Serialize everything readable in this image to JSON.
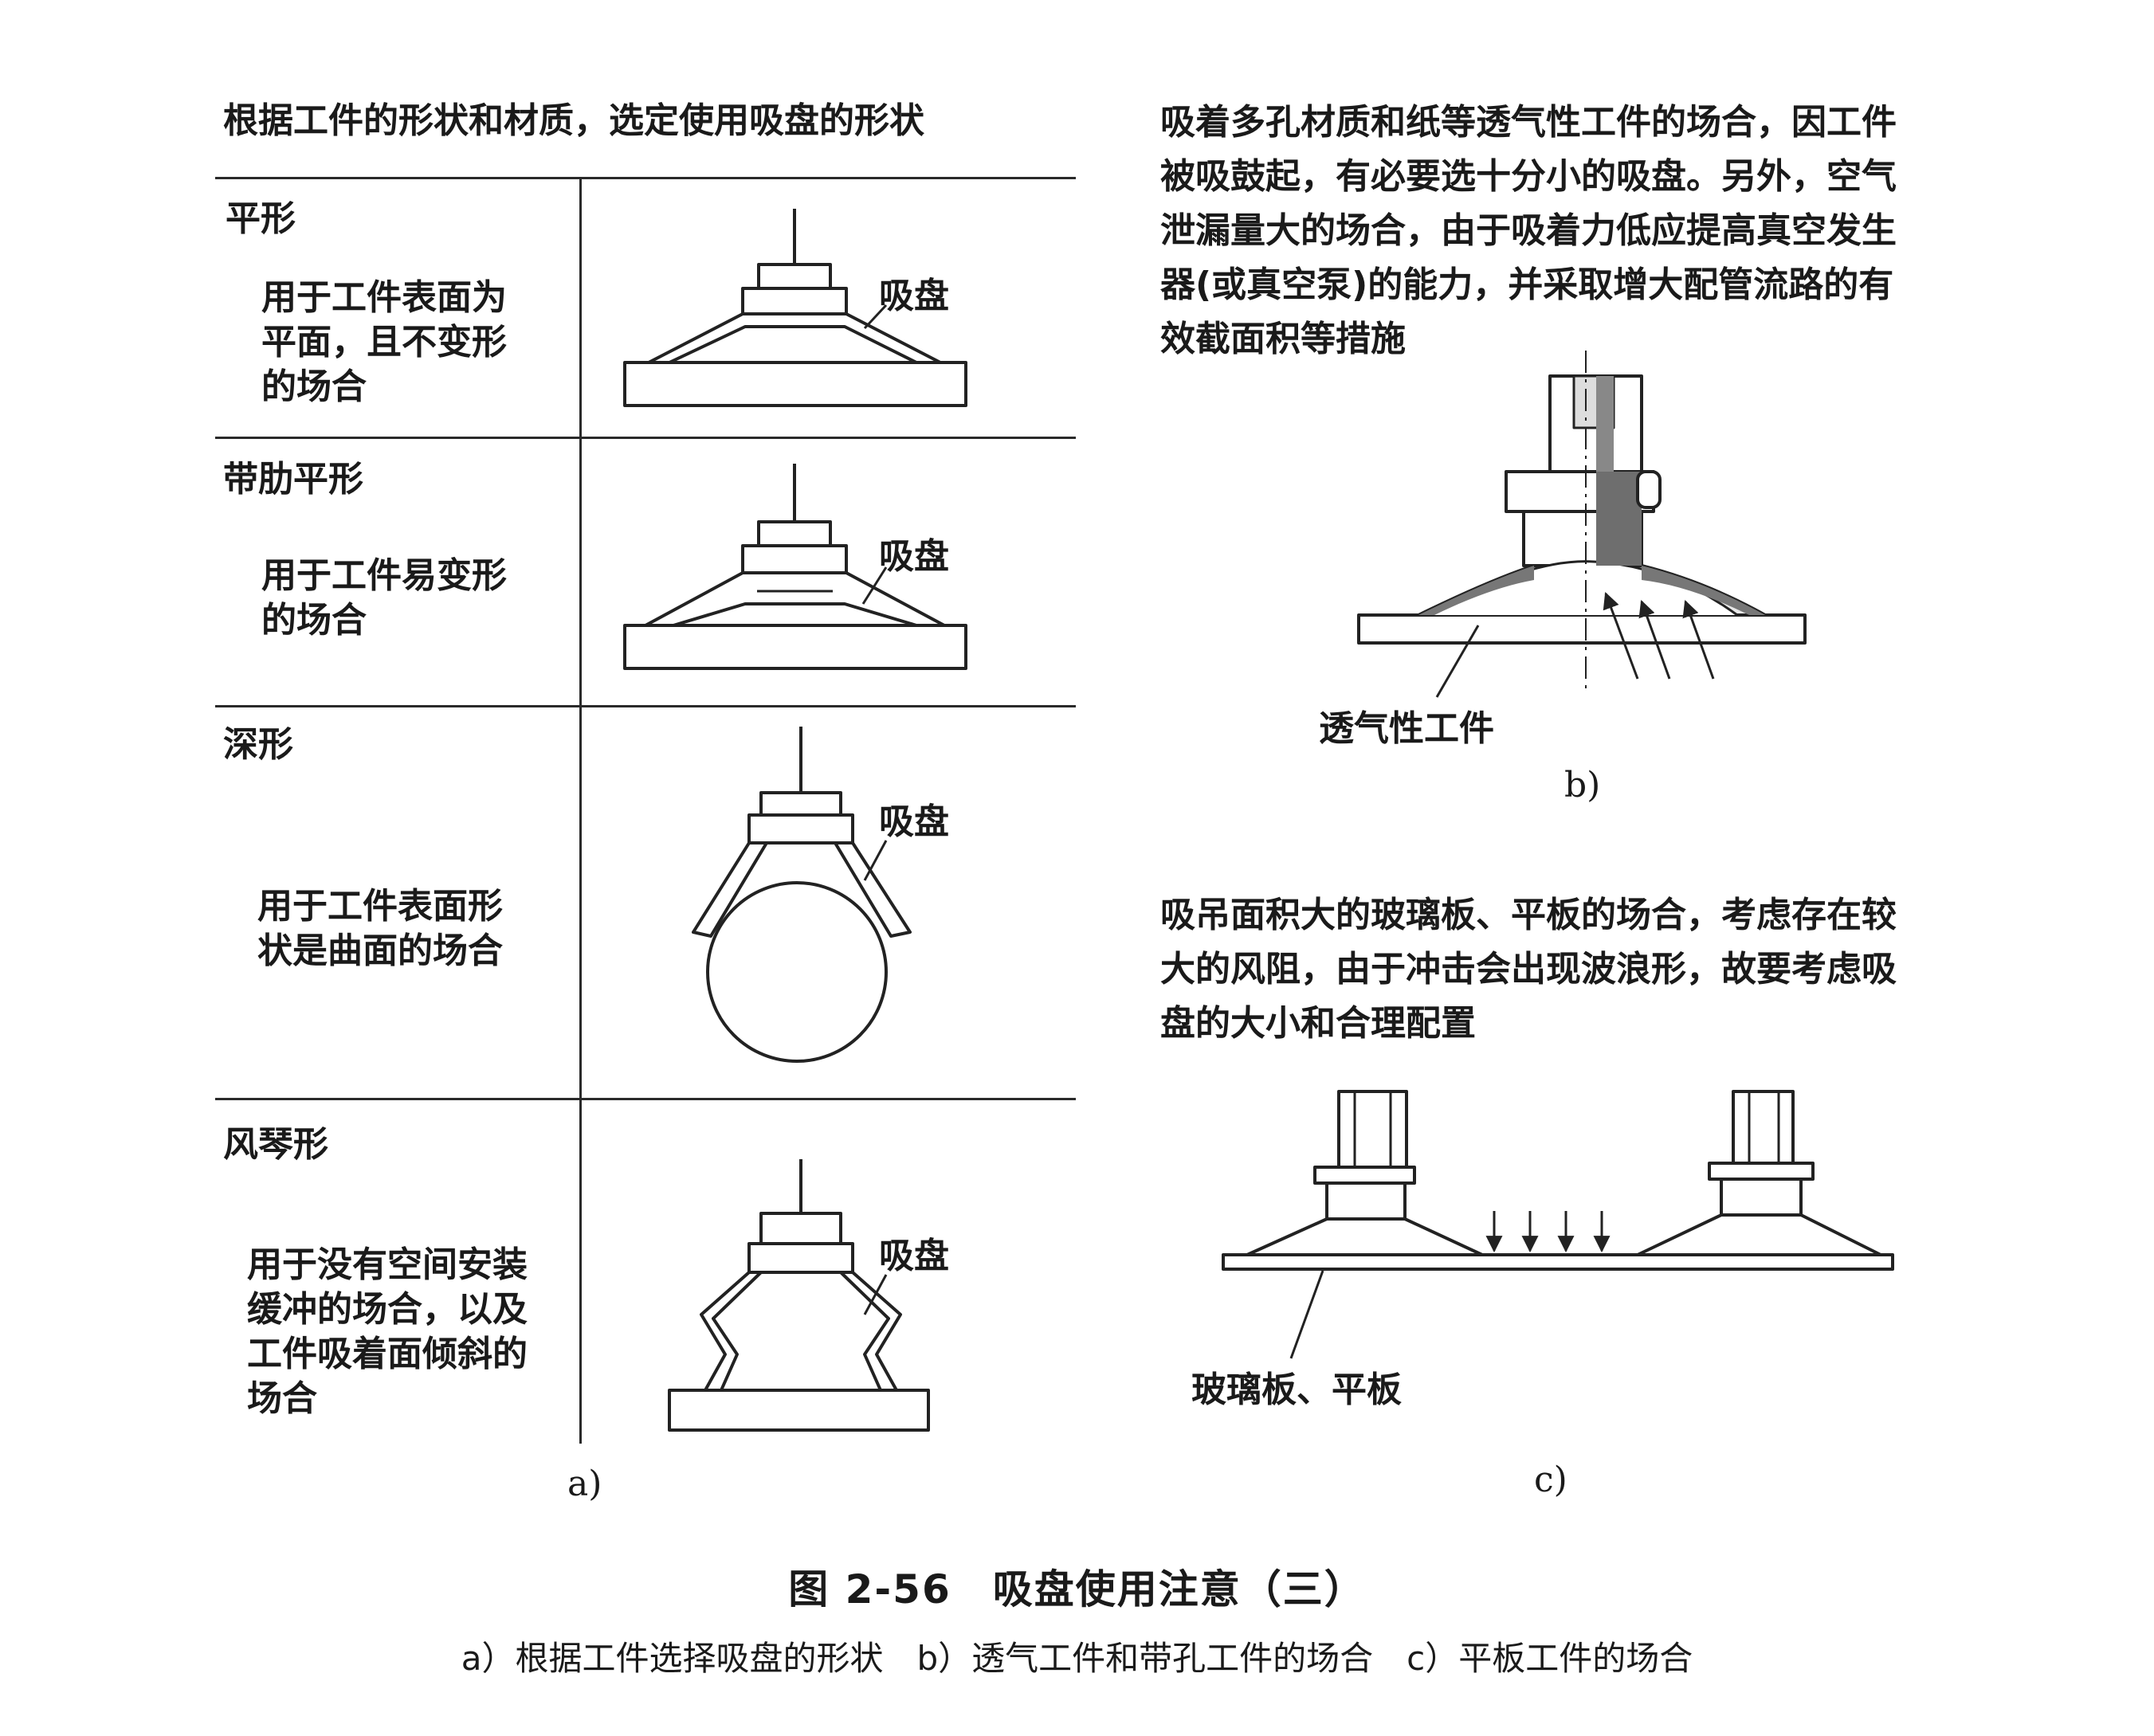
{
  "panel_a": {
    "heading": "根据工件的形状和材质，选定使用吸盘的形状",
    "rows": [
      {
        "name": "平形",
        "desc_lines": [
          "用于工件表面为",
          "平面，且不变形",
          "的场合"
        ],
        "part_label": "吸盘"
      },
      {
        "name": "带肋平形",
        "desc_lines": [
          "用于工件易变形",
          "的场合"
        ],
        "part_label": "吸盘"
      },
      {
        "name": "深形",
        "desc_lines": [
          "用于工件表面形",
          "状是曲面的场合"
        ],
        "part_label": "吸盘"
      },
      {
        "name": "风琴形",
        "desc_lines": [
          "用于没有空间安装",
          "缓冲的场合，以及",
          "工件吸着面倾斜的",
          "场合"
        ],
        "part_label": "吸盘"
      }
    ],
    "sublabel": "a)"
  },
  "panel_b": {
    "text_lines": [
      "吸着多孔材质和纸等透气性工件的场合，因工件",
      "被吸鼓起，有必要选十分小的吸盘。另外，空气",
      "泄漏量大的场合，由于吸着力低应提高真空发生",
      "器(或真空泵)的能力，并采取增大配管流路的有",
      "效截面积等措施"
    ],
    "workpiece_label": "透气性工件",
    "sublabel": "b)"
  },
  "panel_c": {
    "text_lines": [
      "吸吊面积大的玻璃板、平板的场合，考虑存在较",
      "大的风阻，由于冲击会出现波浪形，故要考虑吸",
      "盘的大小和合理配置"
    ],
    "workpiece_label": "玻璃板、平板",
    "sublabel": "c)"
  },
  "figure": {
    "title": "图 2-56　吸盘使用注意（三）",
    "caption": "a）根据工件选择吸盘的形状　b）透气工件和带孔工件的场合　c）平板工件的场合"
  }
}
